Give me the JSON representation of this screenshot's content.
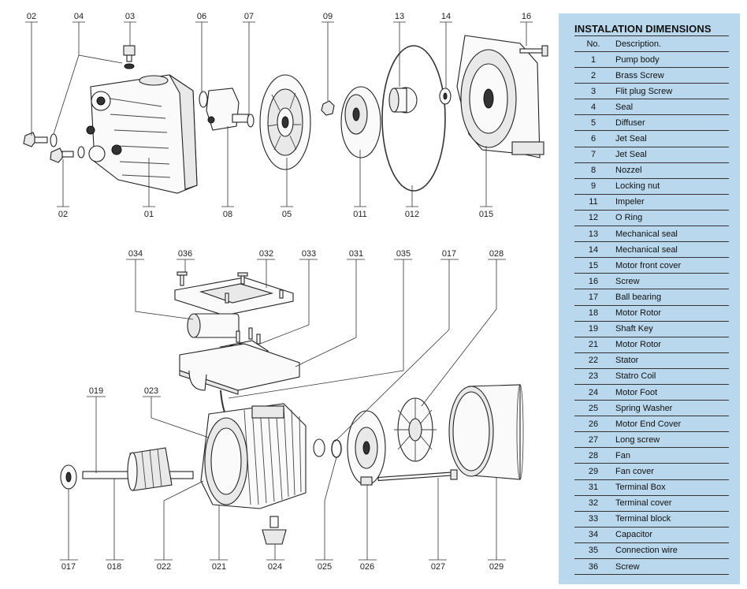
{
  "panel": {
    "title": "INSTALATION DIMENSIONS",
    "col_no": "No.",
    "col_desc": "Description."
  },
  "legend": [
    {
      "no": "1",
      "desc": "Pump body"
    },
    {
      "no": "2",
      "desc": "Brass Screw"
    },
    {
      "no": "3",
      "desc": "Flit plug Screw"
    },
    {
      "no": "4",
      "desc": "Seal"
    },
    {
      "no": "5",
      "desc": "Diffuser"
    },
    {
      "no": "6",
      "desc": "Jet Seal"
    },
    {
      "no": "7",
      "desc": "Jet Seal"
    },
    {
      "no": "8",
      "desc": "Nozzel"
    },
    {
      "no": "9",
      "desc": "Locking nut"
    },
    {
      "no": "11",
      "desc": "Impeler"
    },
    {
      "no": "12",
      "desc": "O Ring"
    },
    {
      "no": "13",
      "desc": "Mechanical seal"
    },
    {
      "no": "14",
      "desc": "Mechanical seal"
    },
    {
      "no": "15",
      "desc": "Motor front cover"
    },
    {
      "no": "16",
      "desc": "Screw"
    },
    {
      "no": "17",
      "desc": "Ball bearing"
    },
    {
      "no": "18",
      "desc": "Motor Rotor"
    },
    {
      "no": "19",
      "desc": "Shaft Key"
    },
    {
      "no": "21",
      "desc": "Motor Rotor"
    },
    {
      "no": "22",
      "desc": "Stator"
    },
    {
      "no": "23",
      "desc": "Statro Coil"
    },
    {
      "no": "24",
      "desc": "Motor Foot"
    },
    {
      "no": "25",
      "desc": "Spring Washer"
    },
    {
      "no": "26",
      "desc": "Motor End Cover"
    },
    {
      "no": "27",
      "desc": "Long screw"
    },
    {
      "no": "28",
      "desc": "Fan"
    },
    {
      "no": "29",
      "desc": "Fan cover"
    },
    {
      "no": "31",
      "desc": "Terminal Box"
    },
    {
      "no": "32",
      "desc": "Terminal cover"
    },
    {
      "no": "33",
      "desc": "Terminal block"
    },
    {
      "no": "34",
      "desc": "Capacitor"
    },
    {
      "no": "35",
      "desc": "Connection wire"
    },
    {
      "no": "36",
      "desc": "Screw"
    }
  ],
  "callouts": {
    "c02a": "02",
    "c04": "04",
    "c03": "03",
    "c06": "06",
    "c07": "07",
    "c09": "09",
    "c13": "13",
    "c14": "14",
    "c16": "16",
    "c02b": "02",
    "c01": "01",
    "c08": "08",
    "c05": "05",
    "c011": "011",
    "c012": "012",
    "c015": "015",
    "c034": "034",
    "c036": "036",
    "c032": "032",
    "c033": "033",
    "c031": "031",
    "c035": "035",
    "c017a": "017",
    "c028": "028",
    "c019": "019",
    "c023": "023",
    "c017b": "017",
    "c018": "018",
    "c022": "022",
    "c021": "021",
    "c024": "024",
    "c025": "025",
    "c026": "026",
    "c027": "027",
    "c029": "029"
  }
}
